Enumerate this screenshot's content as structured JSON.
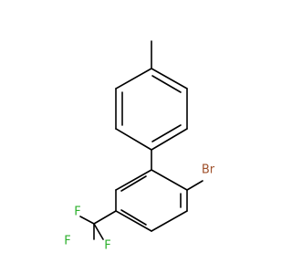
{
  "molecule": {
    "atoms": {
      "bromine": {
        "label": "Br",
        "color": "#a0522d"
      },
      "fluorine_1": {
        "label": "F",
        "color": "#2db02d"
      },
      "fluorine_2": {
        "label": "F",
        "color": "#2db02d"
      },
      "fluorine_3": {
        "label": "F",
        "color": "#2db02d"
      }
    },
    "bond_color": "#000000"
  }
}
